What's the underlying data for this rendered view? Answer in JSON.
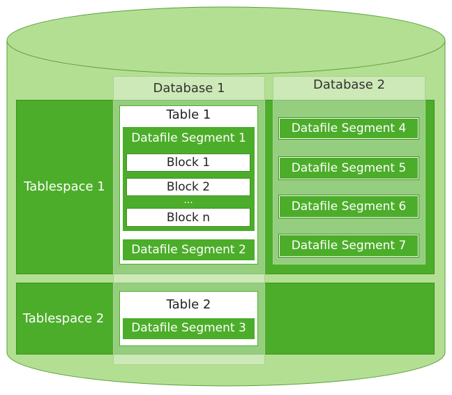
{
  "tablespaces": [
    {
      "label": "Tablespace 1"
    },
    {
      "label": "Tablespace 2"
    }
  ],
  "databases": [
    {
      "label": "Database 1"
    },
    {
      "label": "Database 2"
    }
  ],
  "tables": [
    {
      "label": "Table 1"
    },
    {
      "label": "Table 2"
    }
  ],
  "segments": [
    {
      "label": "Datafile Segment 1"
    },
    {
      "label": "Datafile Segment 2"
    },
    {
      "label": "Datafile Segment 3"
    },
    {
      "label": "Datafile Segment 4"
    },
    {
      "label": "Datafile Segment 5"
    },
    {
      "label": "Datafile Segment 6"
    },
    {
      "label": "Datafile Segment 7"
    }
  ],
  "blocks": [
    {
      "label": "Block 1"
    },
    {
      "label": "Block 2"
    },
    {
      "label": "Block n"
    }
  ],
  "ellipsis": "...",
  "colors": {
    "cylinder_fill": "#b3df93",
    "cylinder_stroke": "#5a9f3a",
    "tablespace_fill": "#4cad2a",
    "database_fill": "#eef7e4"
  }
}
